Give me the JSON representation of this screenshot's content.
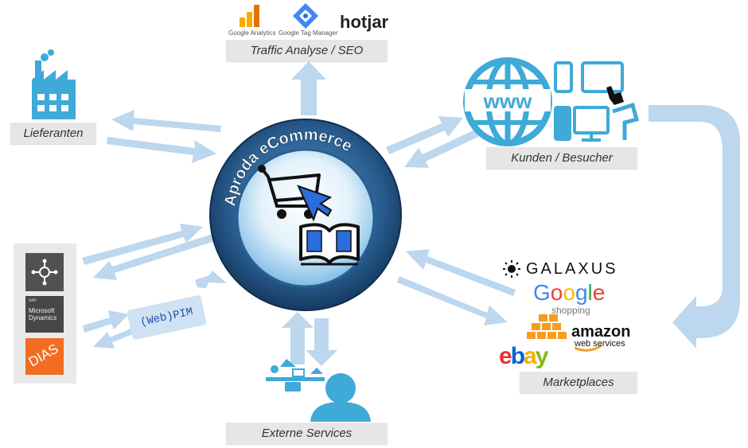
{
  "center": {
    "title": "Aproda eCommerce"
  },
  "labels": {
    "traffic": "Traffic Analyse / SEO",
    "lieferanten": "Lieferanten",
    "kunden": "Kunden / Besucher",
    "marketplaces": "Marketplaces",
    "externe": "Externe Services",
    "pim": "(Web)PIM"
  },
  "tools": {
    "google_analytics": "Google Analytics",
    "google_tag_manager": "Google Tag Manager",
    "hotjar": "hotjar"
  },
  "erp": {
    "nav_small": "NAV",
    "nav_name": "Microsoft Dynamics",
    "dias": "DIAS"
  },
  "marketplaces": {
    "galaxus": "GALAXUS",
    "google_shopping_sub": "shopping",
    "amazon": "amazon",
    "amazon_sub": "web services",
    "ebay": "ebay"
  },
  "colors": {
    "arrow": "#bcd7ee",
    "icon_blue": "#3fa9d8",
    "ring_dark": "#1d4c7a",
    "label_bg": "#e6e6e6"
  }
}
